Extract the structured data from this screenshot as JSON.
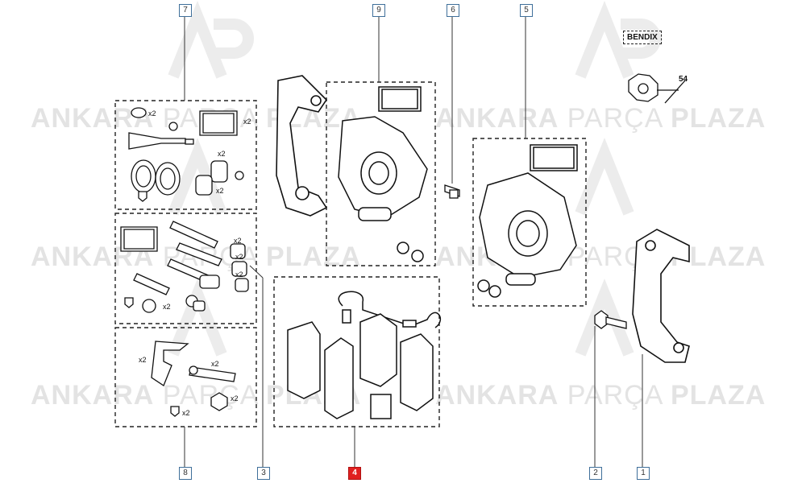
{
  "watermark": {
    "word1": "ANKARA",
    "word2": "PARÇA",
    "word3": "PLAZA"
  },
  "callouts": {
    "c1": "1",
    "c2": "2",
    "c3": "3",
    "c4": "4",
    "c5": "5",
    "c6": "6",
    "c7": "7",
    "c8": "8",
    "c9": "9"
  },
  "labels": {
    "bendix": "BENDIX",
    "size": "54",
    "qty": "x2"
  },
  "colors": {
    "callout_border": "#3f6f9a",
    "highlight": "#e02020",
    "watermark": "#e3e3e3",
    "line": "#222222"
  }
}
